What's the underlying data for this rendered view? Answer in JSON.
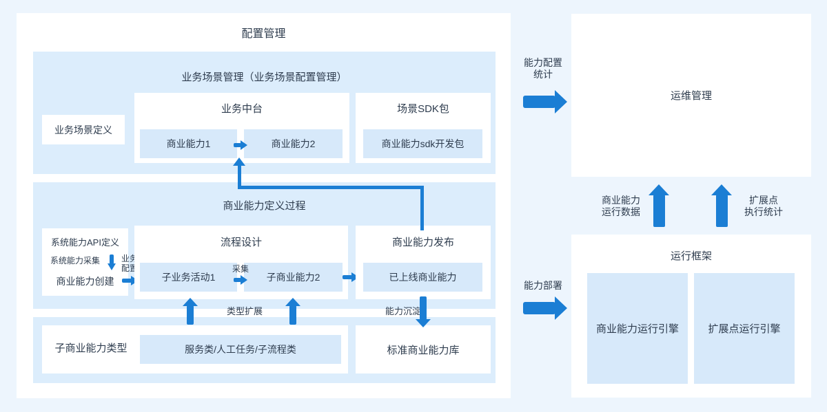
{
  "colors": {
    "page_bg": "#edf5fd",
    "panel_bg": "#ffffff",
    "section_bg": "#dcedfc",
    "inner_bg": "#d7e9fa",
    "accent": "#1b7ed4",
    "text": "#2e3c4e"
  },
  "config": {
    "title": "配置管理",
    "scene": {
      "title": "业务场景管理（业务场景配置管理）",
      "scene_def": "业务场景定义",
      "middle_title": "业务中台",
      "cap1": "商业能力1",
      "cap2": "商业能力2",
      "sdk_title": "场景SDK包",
      "sdk_pkg": "商业能力sdk开发包"
    },
    "capdef": {
      "title": "商业能力定义过程",
      "api_def": "系统能力API定义",
      "sys_collect": "系统能力采集",
      "create": "商业能力创建",
      "biz_line1": "业务",
      "biz_line2": "配置",
      "process_title": "流程设计",
      "act1": "子业务活动1",
      "collect": "采集",
      "subcap2": "子商业能力2",
      "publish_title": "商业能力发布",
      "online": "已上线商业能力"
    },
    "types": {
      "label": "子商业能力类型",
      "list": "服务类/人工任务/子流程类",
      "std_lib": "标准商业能力库"
    },
    "type_extend": "类型扩展",
    "cap_sink": "能力沉淀"
  },
  "right": {
    "cfg_stat_line1": "能力配置",
    "cfg_stat_line2": "统计",
    "ops_title": "运维管理",
    "run_data_line1": "商业能力",
    "run_data_line2": "运行数据",
    "ext_stat_line1": "扩展点",
    "ext_stat_line2": "执行统计",
    "runtime_title": "运行框架",
    "engine1": "商业能力运行引擎",
    "engine2": "扩展点运行引擎",
    "deploy": "能力部署"
  }
}
